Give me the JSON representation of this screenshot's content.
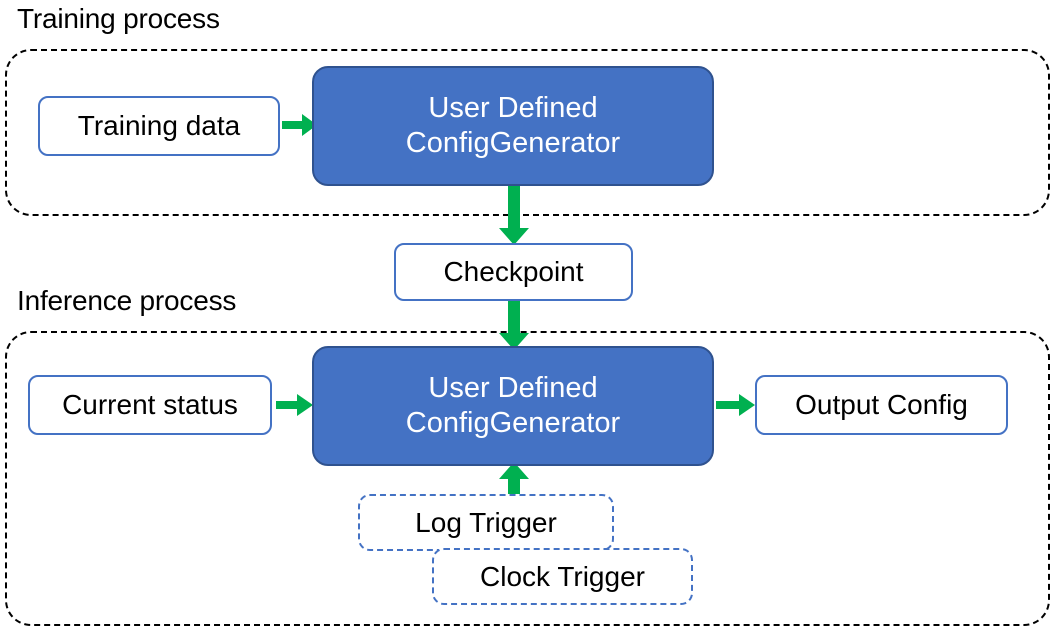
{
  "diagram": {
    "title_training": "Training process",
    "title_inference": "Inference process",
    "colors": {
      "process_fill": "#4472C4",
      "process_border": "#2F528F",
      "box_border": "#4472C4",
      "arrow": "#00B050",
      "group_border": "#000000",
      "text_dark": "#000000",
      "text_light": "#FFFFFF"
    },
    "training": {
      "input_box": "Training data",
      "process_box_line1": "User Defined",
      "process_box_line2": "ConfigGenerator"
    },
    "checkpoint": {
      "label": "Checkpoint"
    },
    "inference": {
      "input_box": "Current status",
      "process_box_line1": "User Defined",
      "process_box_line2": "ConfigGenerator",
      "output_box": "Output Config",
      "trigger_log": "Log Trigger",
      "trigger_clock": "Clock Trigger"
    },
    "arrows": [
      {
        "name": "training-data-to-generator",
        "from": "Training data",
        "to": "User Defined ConfigGenerator",
        "direction": "right"
      },
      {
        "name": "generator-to-checkpoint",
        "from": "User Defined ConfigGenerator",
        "to": "Checkpoint",
        "direction": "down"
      },
      {
        "name": "checkpoint-to-inference-generator",
        "from": "Checkpoint",
        "to": "User Defined ConfigGenerator",
        "direction": "down"
      },
      {
        "name": "current-status-to-generator",
        "from": "Current status",
        "to": "User Defined ConfigGenerator",
        "direction": "right"
      },
      {
        "name": "generator-to-output-config",
        "from": "User Defined ConfigGenerator",
        "to": "Output Config",
        "direction": "right"
      },
      {
        "name": "triggers-to-generator",
        "from": "Log Trigger",
        "to": "User Defined ConfigGenerator",
        "direction": "up"
      }
    ]
  }
}
